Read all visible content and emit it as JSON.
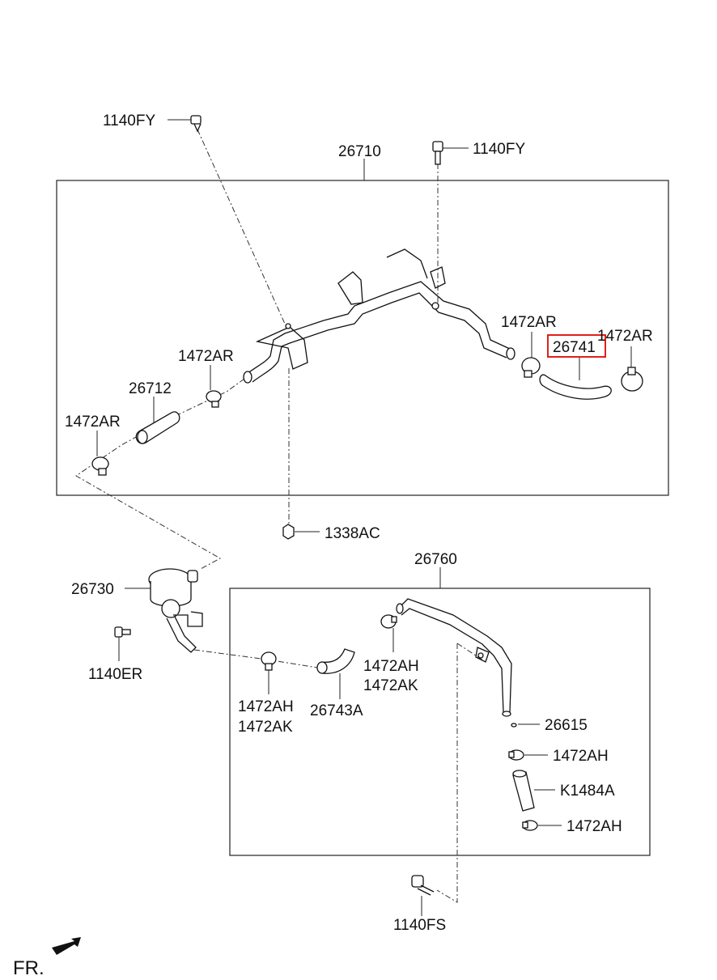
{
  "diagram": {
    "labels": {
      "bolt_top_left": "1140FY",
      "bolt_top_right": "1140FY",
      "assembly_upper": "26710",
      "clamp_a": "1472AR",
      "hose_26712": "26712",
      "clamp_b": "1472AR",
      "clamp_c": "1472AR",
      "hose_highlighted": "26741",
      "clamp_d": "1472AR",
      "nut": "1338AC",
      "assembly_lower": "26760",
      "valve": "26730",
      "bolt_valve": "1140ER",
      "clamp_mid_1": "1472AH",
      "clamp_mid_2": "1472AK",
      "clamp_low_1": "1472AH",
      "clamp_low_2": "1472AK",
      "hose_26743a": "26743A",
      "oring": "26615",
      "clamp_e": "1472AH",
      "hose_k1484a": "K1484A",
      "clamp_f": "1472AH",
      "bolt_bottom": "1140FS",
      "front_marker": "FR."
    },
    "highlight_color": "#e0201b"
  }
}
